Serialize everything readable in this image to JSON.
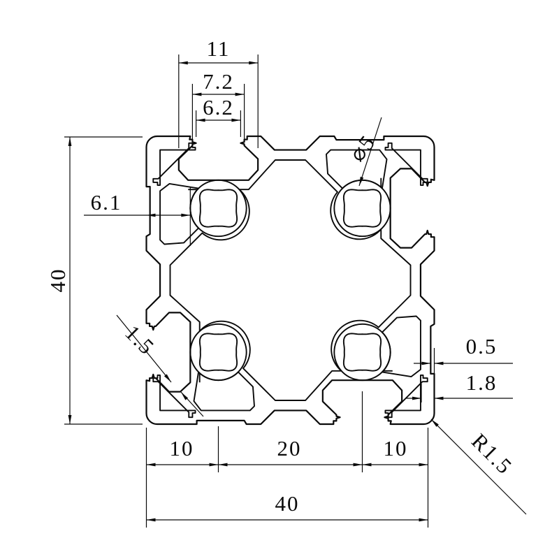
{
  "drawing": {
    "kind": "aluminum-extrusion-profile-cross-section",
    "series": "4040",
    "dims": {
      "slot_inner_width": "11",
      "slot_mouth_width": "7.2",
      "slot_opening_width": "6.2",
      "corner_hole_diameter": "⌀5",
      "slot_edge_offset": "6.1",
      "overall_height": "40",
      "web_thickness": "1.5",
      "face_recess_depth": "0.5",
      "edge_wall_thickness": "1.8",
      "corner_radius": "R1.5",
      "bottom_left_pitch": "10",
      "bottom_center_pitch": "20",
      "bottom_right_pitch": "10",
      "overall_width": "40"
    },
    "line_color": "#0a0a0a"
  }
}
